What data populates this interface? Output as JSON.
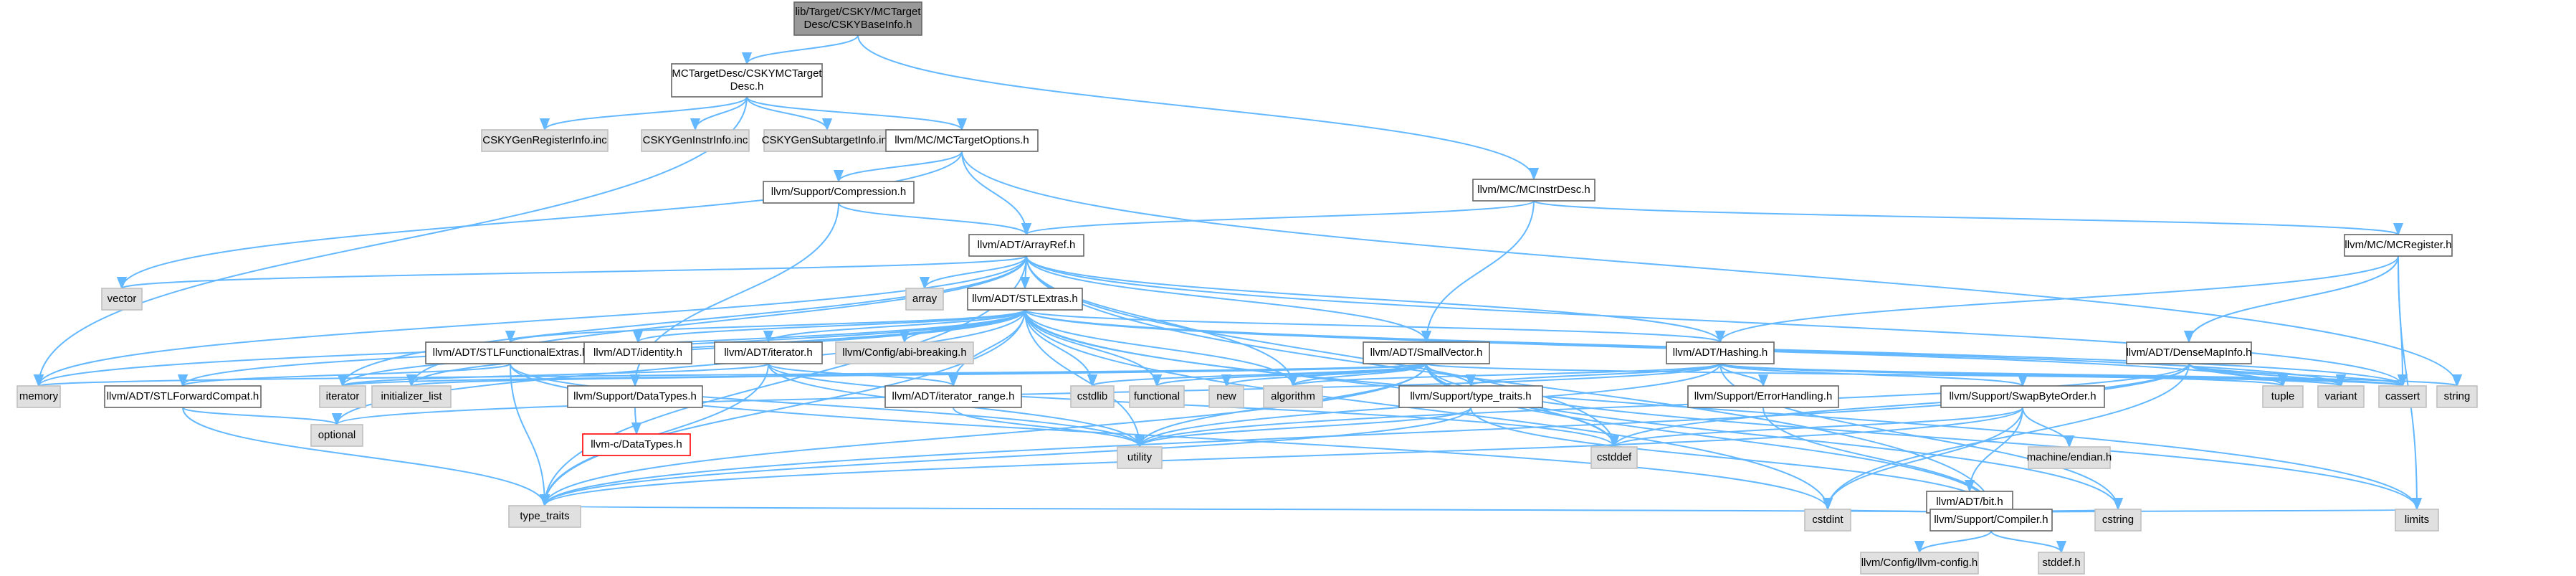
{
  "colors": {
    "edge": "#63b8ff",
    "root_fill": "#999999",
    "header_fill": "#ffffff",
    "system_fill": "#e0e0e0",
    "missing_stroke": "#ff0000",
    "text": "#000000"
  },
  "diagram": {
    "nodes": [
      {
        "id": "root",
        "lines": [
          "lib/Target/CSKY/MCTarget",
          "Desc/CSKYBaseInfo.h"
        ],
        "kind": "root"
      },
      {
        "id": "csky_mctd",
        "lines": [
          "MCTargetDesc/CSKYMCTarget",
          "Desc.h"
        ],
        "kind": "header"
      },
      {
        "id": "gen_reg",
        "lines": [
          "CSKYGenRegisterInfo.inc"
        ],
        "kind": "system"
      },
      {
        "id": "gen_instr",
        "lines": [
          "CSKYGenInstrInfo.inc"
        ],
        "kind": "system"
      },
      {
        "id": "gen_sub",
        "lines": [
          "CSKYGenSubtargetInfo.inc"
        ],
        "kind": "system"
      },
      {
        "id": "mctopts",
        "lines": [
          "llvm/MC/MCTargetOptions.h"
        ],
        "kind": "header"
      },
      {
        "id": "mcinstrdesc",
        "lines": [
          "llvm/MC/MCInstrDesc.h"
        ],
        "kind": "header"
      },
      {
        "id": "compression",
        "lines": [
          "llvm/Support/Compression.h"
        ],
        "kind": "header"
      },
      {
        "id": "arrayref",
        "lines": [
          "llvm/ADT/ArrayRef.h"
        ],
        "kind": "header"
      },
      {
        "id": "mcregister",
        "lines": [
          "llvm/MC/MCRegister.h"
        ],
        "kind": "header"
      },
      {
        "id": "vector",
        "lines": [
          "vector"
        ],
        "kind": "system"
      },
      {
        "id": "array",
        "lines": [
          "array"
        ],
        "kind": "system"
      },
      {
        "id": "stlextras",
        "lines": [
          "llvm/ADT/STLExtras.h"
        ],
        "kind": "header"
      },
      {
        "id": "stlfunc",
        "lines": [
          "llvm/ADT/STLFunctionalExtras.h"
        ],
        "kind": "header"
      },
      {
        "id": "identity",
        "lines": [
          "llvm/ADT/identity.h"
        ],
        "kind": "header"
      },
      {
        "id": "iterator_h",
        "lines": [
          "llvm/ADT/iterator.h"
        ],
        "kind": "header"
      },
      {
        "id": "abibreak",
        "lines": [
          "llvm/Config/abi-breaking.h"
        ],
        "kind": "system"
      },
      {
        "id": "smallvector",
        "lines": [
          "llvm/ADT/SmallVector.h"
        ],
        "kind": "header"
      },
      {
        "id": "hashing",
        "lines": [
          "llvm/ADT/Hashing.h"
        ],
        "kind": "header"
      },
      {
        "id": "densemapinfo",
        "lines": [
          "llvm/ADT/DenseMapInfo.h"
        ],
        "kind": "header"
      },
      {
        "id": "memory",
        "lines": [
          "memory"
        ],
        "kind": "system"
      },
      {
        "id": "stlfwd",
        "lines": [
          "llvm/ADT/STLForwardCompat.h"
        ],
        "kind": "header"
      },
      {
        "id": "iterator_sys",
        "lines": [
          "iterator"
        ],
        "kind": "system"
      },
      {
        "id": "initlist",
        "lines": [
          "initializer_list"
        ],
        "kind": "system"
      },
      {
        "id": "datatypes",
        "lines": [
          "llvm/Support/DataTypes.h"
        ],
        "kind": "header"
      },
      {
        "id": "iterrange",
        "lines": [
          "llvm/ADT/iterator_range.h"
        ],
        "kind": "header"
      },
      {
        "id": "cstdlib",
        "lines": [
          "cstdlib"
        ],
        "kind": "system"
      },
      {
        "id": "functional",
        "lines": [
          "functional"
        ],
        "kind": "system"
      },
      {
        "id": "new",
        "lines": [
          "new"
        ],
        "kind": "system"
      },
      {
        "id": "algorithm",
        "lines": [
          "algorithm"
        ],
        "kind": "system"
      },
      {
        "id": "typetraits_h",
        "lines": [
          "llvm/Support/type_traits.h"
        ],
        "kind": "header"
      },
      {
        "id": "errorhandling",
        "lines": [
          "llvm/Support/ErrorHandling.h"
        ],
        "kind": "header"
      },
      {
        "id": "swapbyte",
        "lines": [
          "llvm/Support/SwapByteOrder.h"
        ],
        "kind": "header"
      },
      {
        "id": "tuple",
        "lines": [
          "tuple"
        ],
        "kind": "system"
      },
      {
        "id": "variant",
        "lines": [
          "variant"
        ],
        "kind": "system"
      },
      {
        "id": "cassert",
        "lines": [
          "cassert"
        ],
        "kind": "system"
      },
      {
        "id": "string",
        "lines": [
          "string"
        ],
        "kind": "system"
      },
      {
        "id": "optional",
        "lines": [
          "optional"
        ],
        "kind": "system"
      },
      {
        "id": "llvmc_datatypes",
        "lines": [
          "llvm-c/DataTypes.h"
        ],
        "kind": "missing"
      },
      {
        "id": "utility",
        "lines": [
          "utility"
        ],
        "kind": "system"
      },
      {
        "id": "cstddef",
        "lines": [
          "cstddef"
        ],
        "kind": "system"
      },
      {
        "id": "machendian",
        "lines": [
          "machine/endian.h"
        ],
        "kind": "system"
      },
      {
        "id": "bit_h",
        "lines": [
          "llvm/ADT/bit.h"
        ],
        "kind": "header"
      },
      {
        "id": "type_traits",
        "lines": [
          "type_traits"
        ],
        "kind": "system"
      },
      {
        "id": "cstdint",
        "lines": [
          "cstdint"
        ],
        "kind": "system"
      },
      {
        "id": "compiler",
        "lines": [
          "llvm/Support/Compiler.h"
        ],
        "kind": "header"
      },
      {
        "id": "cstring",
        "lines": [
          "cstring"
        ],
        "kind": "system"
      },
      {
        "id": "limits",
        "lines": [
          "limits"
        ],
        "kind": "system"
      },
      {
        "id": "llvmconfig",
        "lines": [
          "llvm/Config/llvm-config.h"
        ],
        "kind": "system"
      },
      {
        "id": "stddef",
        "lines": [
          "stddef.h"
        ],
        "kind": "system"
      }
    ],
    "edges": [
      [
        "root",
        "csky_mctd"
      ],
      [
        "root",
        "mcinstrdesc"
      ],
      [
        "csky_mctd",
        "memory"
      ],
      [
        "csky_mctd",
        "gen_reg"
      ],
      [
        "csky_mctd",
        "gen_instr"
      ],
      [
        "csky_mctd",
        "gen_sub"
      ],
      [
        "csky_mctd",
        "mctopts"
      ],
      [
        "mctopts",
        "compression"
      ],
      [
        "mctopts",
        "arrayref"
      ],
      [
        "mctopts",
        "string"
      ],
      [
        "mctopts",
        "vector"
      ],
      [
        "compression",
        "arrayref"
      ],
      [
        "compression",
        "datatypes"
      ],
      [
        "mcinstrdesc",
        "arrayref"
      ],
      [
        "mcinstrdesc",
        "mcregister"
      ],
      [
        "mcinstrdesc",
        "smallvector"
      ],
      [
        "arrayref",
        "vector"
      ],
      [
        "arrayref",
        "array"
      ],
      [
        "arrayref",
        "stlextras"
      ],
      [
        "arrayref",
        "hashing"
      ],
      [
        "arrayref",
        "smallvector"
      ],
      [
        "arrayref",
        "compiler"
      ],
      [
        "arrayref",
        "memory"
      ],
      [
        "arrayref",
        "iterator_sys"
      ],
      [
        "arrayref",
        "initlist"
      ],
      [
        "arrayref",
        "algorithm"
      ],
      [
        "arrayref",
        "cassert"
      ],
      [
        "arrayref",
        "cstddef"
      ],
      [
        "arrayref",
        "type_traits"
      ],
      [
        "mcregister",
        "densemapinfo"
      ],
      [
        "mcregister",
        "hashing"
      ],
      [
        "mcregister",
        "cassert"
      ],
      [
        "mcregister",
        "limits"
      ],
      [
        "stlextras",
        "stlfunc"
      ],
      [
        "stlextras",
        "identity"
      ],
      [
        "stlextras",
        "iterator_h"
      ],
      [
        "stlextras",
        "abibreak"
      ],
      [
        "stlextras",
        "hashing"
      ],
      [
        "stlextras",
        "stlfwd"
      ],
      [
        "stlextras",
        "iterrange"
      ],
      [
        "stlextras",
        "memory"
      ],
      [
        "stlextras",
        "iterator_sys"
      ],
      [
        "stlextras",
        "initlist"
      ],
      [
        "stlextras",
        "cstdlib"
      ],
      [
        "stlextras",
        "functional"
      ],
      [
        "stlextras",
        "algorithm"
      ],
      [
        "stlextras",
        "optional"
      ],
      [
        "stlextras",
        "utility"
      ],
      [
        "stlextras",
        "cstddef"
      ],
      [
        "stlextras",
        "cassert"
      ],
      [
        "stlextras",
        "tuple"
      ],
      [
        "stlextras",
        "variant"
      ],
      [
        "stlextras",
        "limits"
      ],
      [
        "stlextras",
        "type_traits"
      ],
      [
        "stlextras",
        "cstdint"
      ],
      [
        "stlfunc",
        "stlfwd"
      ],
      [
        "stlfunc",
        "type_traits"
      ],
      [
        "stlfunc",
        "utility"
      ],
      [
        "stlfunc",
        "cstdint"
      ],
      [
        "iterator_h",
        "iterrange"
      ],
      [
        "iterator_h",
        "iterator_sys"
      ],
      [
        "iterator_h",
        "cstddef"
      ],
      [
        "iterator_h",
        "type_traits"
      ],
      [
        "iterator_h",
        "utility"
      ],
      [
        "stlfwd",
        "optional"
      ],
      [
        "stlfwd",
        "type_traits"
      ],
      [
        "smallvector",
        "compiler"
      ],
      [
        "smallvector",
        "typetraits_h"
      ],
      [
        "smallvector",
        "algorithm"
      ],
      [
        "smallvector",
        "cassert"
      ],
      [
        "smallvector",
        "cstddef"
      ],
      [
        "smallvector",
        "cstdlib"
      ],
      [
        "smallvector",
        "cstring"
      ],
      [
        "smallvector",
        "functional"
      ],
      [
        "smallvector",
        "initlist"
      ],
      [
        "smallvector",
        "iterator_sys"
      ],
      [
        "smallvector",
        "limits"
      ],
      [
        "smallvector",
        "memory"
      ],
      [
        "smallvector",
        "new"
      ],
      [
        "smallvector",
        "type_traits"
      ],
      [
        "smallvector",
        "utility"
      ],
      [
        "hashing",
        "errorhandling"
      ],
      [
        "hashing",
        "swapbyte"
      ],
      [
        "hashing",
        "typetraits_h"
      ],
      [
        "hashing",
        "algorithm"
      ],
      [
        "hashing",
        "cassert"
      ],
      [
        "hashing",
        "cstring"
      ],
      [
        "hashing",
        "optional"
      ],
      [
        "hashing",
        "string"
      ],
      [
        "hashing",
        "tuple"
      ],
      [
        "hashing",
        "utility"
      ],
      [
        "hashing",
        "variant"
      ],
      [
        "densemapinfo",
        "cassert"
      ],
      [
        "densemapinfo",
        "cstddef"
      ],
      [
        "densemapinfo",
        "cstdint"
      ],
      [
        "densemapinfo",
        "tuple"
      ],
      [
        "densemapinfo",
        "type_traits"
      ],
      [
        "densemapinfo",
        "utility"
      ],
      [
        "densemapinfo",
        "variant"
      ],
      [
        "datatypes",
        "llvmc_datatypes"
      ],
      [
        "iterrange",
        "utility"
      ],
      [
        "typetraits_h",
        "compiler"
      ],
      [
        "typetraits_h",
        "type_traits"
      ],
      [
        "typetraits_h",
        "utility"
      ],
      [
        "errorhandling",
        "compiler"
      ],
      [
        "swapbyte",
        "bit_h"
      ],
      [
        "swapbyte",
        "machendian"
      ],
      [
        "swapbyte",
        "cstddef"
      ],
      [
        "swapbyte",
        "cstdint"
      ],
      [
        "swapbyte",
        "type_traits"
      ],
      [
        "bit_h",
        "compiler"
      ],
      [
        "bit_h",
        "cstdint"
      ],
      [
        "bit_h",
        "limits"
      ],
      [
        "bit_h",
        "type_traits"
      ],
      [
        "bit_h",
        "cstring"
      ],
      [
        "compiler",
        "llvmconfig"
      ],
      [
        "compiler",
        "stddef"
      ]
    ]
  }
}
